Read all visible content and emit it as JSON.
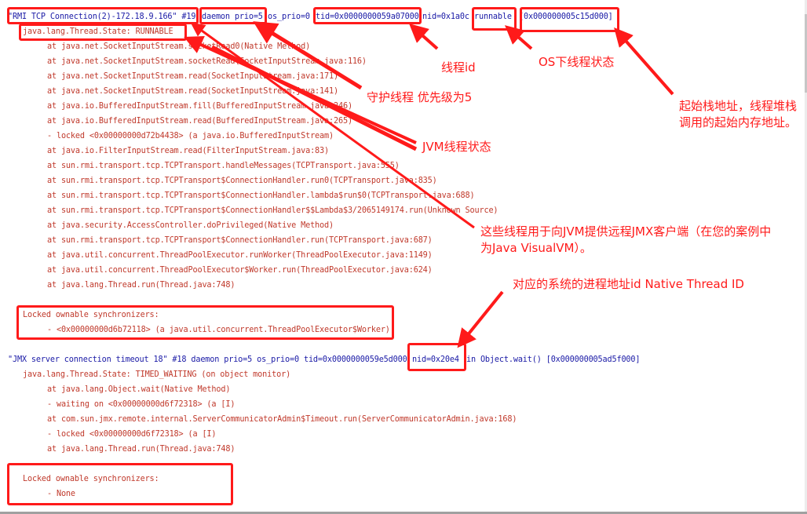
{
  "thread1": {
    "header": {
      "name": "\"RMI TCP Connection(2)-172.18.9.166\" #19",
      "daemon_prio": "daemon prio=5",
      "os_prio": "os_prio=0",
      "tid": "tid=0x0000000059a07000",
      "nid": "nid=0x1a0c",
      "state": "runnable",
      "stack_addr": "[0x000000005c15d000]"
    },
    "thread_state": "java.lang.Thread.State: RUNNABLE",
    "stack": [
      "at java.net.SocketInputStream.socketRead0(Native Method)",
      "at java.net.SocketInputStream.socketRead(SocketInputStream.java:116)",
      "at java.net.SocketInputStream.read(SocketInputStream.java:171)",
      "at java.net.SocketInputStream.read(SocketInputStream.java:141)",
      "at java.io.BufferedInputStream.fill(BufferedInputStream.java:246)",
      "at java.io.BufferedInputStream.read(BufferedInputStream.java:265)",
      "- locked <0x00000000d72b4438> (a java.io.BufferedInputStream)",
      "at java.io.FilterInputStream.read(FilterInputStream.java:83)",
      "at sun.rmi.transport.tcp.TCPTransport.handleMessages(TCPTransport.java:555)",
      "at sun.rmi.transport.tcp.TCPTransport$ConnectionHandler.run0(TCPTransport.java:835)",
      "at sun.rmi.transport.tcp.TCPTransport$ConnectionHandler.lambda$run$0(TCPTransport.java:688)",
      "at sun.rmi.transport.tcp.TCPTransport$ConnectionHandler$$Lambda$3/2065149174.run(Unknown Source)",
      "at java.security.AccessController.doPrivileged(Native Method)",
      "at sun.rmi.transport.tcp.TCPTransport$ConnectionHandler.run(TCPTransport.java:687)",
      "at java.util.concurrent.ThreadPoolExecutor.runWorker(ThreadPoolExecutor.java:1149)",
      "at java.util.concurrent.ThreadPoolExecutor$Worker.run(ThreadPoolExecutor.java:624)",
      "at java.lang.Thread.run(Thread.java:748)"
    ],
    "locked_sync_title": "Locked ownable synchronizers:",
    "locked_sync_item": "- <0x00000000d6b72118> (a java.util.concurrent.ThreadPoolExecutor$Worker)"
  },
  "thread2": {
    "header_prefix": "\"JMX server connection timeout 18\" #18 daemon prio=5 os_prio=0 tid=0x0000000059e5d000",
    "nid": "nid=0x20e4",
    "header_suffix": "in Object.wait() [0x000000005ad5f000]",
    "thread_state": "java.lang.Thread.State: TIMED_WAITING (on object monitor)",
    "stack": [
      "at java.lang.Object.wait(Native Method)",
      "- waiting on <0x00000000d6f72318> (a [I)",
      "at com.sun.jmx.remote.internal.ServerCommunicatorAdmin$Timeout.run(ServerCommunicatorAdmin.java:168)",
      "- locked <0x00000000d6f72318> (a [I)",
      "at java.lang.Thread.run(Thread.java:748)"
    ],
    "locked_sync_title": "Locked ownable synchronizers:",
    "locked_sync_item": "- None"
  },
  "annotations": {
    "thread_id": "线程id",
    "os_state": "OS下线程状态",
    "daemon_prio": "守护线程 优先级为5",
    "stack_start_line1": "起始栈地址，线程堆栈",
    "stack_start_line2": "调用的起始内存地址。",
    "jvm_state": "JVM线程状态",
    "jmx_line1": "这些线程用于向JVM提供远程JMX客户端（在您的案例中",
    "jmx_line2": "为Java VisualVM）。",
    "native_id": "对应的系统的进程地址id Native Thread ID"
  },
  "colors": {
    "header_text": "#1a1aa6",
    "body_text": "#c0392b",
    "annotation": "#ff1a1a"
  }
}
